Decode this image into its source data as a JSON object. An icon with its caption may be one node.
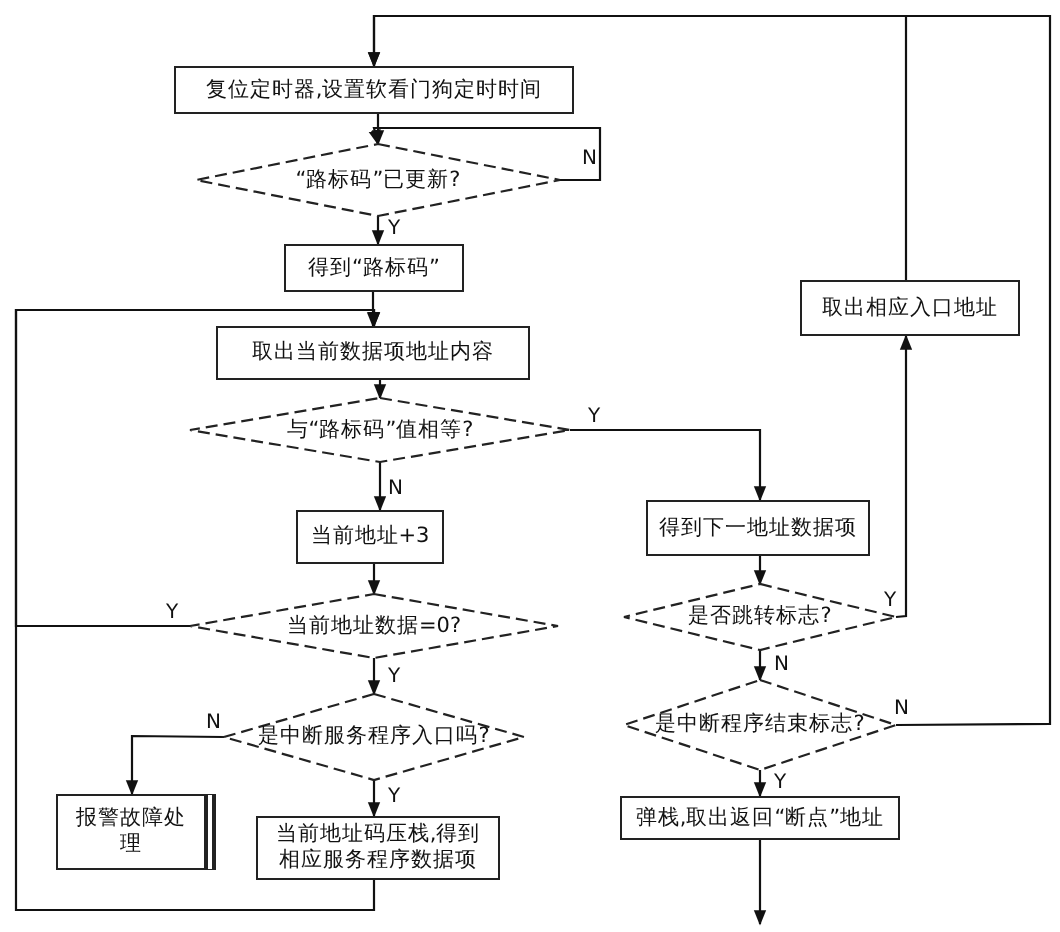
{
  "diagram": {
    "nodes": [
      {
        "text": [
          "复位定时器,设置软看门狗定时时间"
        ]
      },
      {
        "text": [
          "“路标码”已更新?"
        ]
      },
      {
        "text": [
          "得到“路标码”"
        ]
      },
      {
        "text": [
          "取出当前数据项地址内容"
        ]
      },
      {
        "text": [
          "与“路标码”值相等?"
        ]
      },
      {
        "text": [
          "当前地址+3"
        ]
      },
      {
        "text": [
          "当前地址数据=0?"
        ]
      },
      {
        "text": [
          "是中断服务程序入口吗?"
        ]
      },
      {
        "text": [
          "报警故障处理"
        ]
      },
      {
        "text": [
          "当前地址码压栈,得到相应服务程序数据项"
        ]
      },
      {
        "text": [
          "得到下一地址数据项"
        ]
      },
      {
        "text": [
          "是否跳转标志?"
        ]
      },
      {
        "text": [
          "是中断程序结束标志?"
        ]
      },
      {
        "text": [
          "弹栈,取出返回“断点”地址"
        ]
      },
      {
        "text": [
          "取出相应入口地址"
        ]
      }
    ],
    "edges": [
      {
        "from": 14,
        "to": 0,
        "arrow": "to"
      },
      {
        "from": 0,
        "to": 1,
        "arrow": "to"
      },
      {
        "from": 1,
        "to": 1,
        "arrow": "to",
        "label": "N"
      },
      {
        "from": 1,
        "to": 2,
        "arrow": "to",
        "label": "Y"
      },
      {
        "from": 2,
        "to": 3,
        "arrow": "to"
      },
      {
        "from": 3,
        "to": 4,
        "arrow": "to"
      },
      {
        "from": 4,
        "to": 10,
        "arrow": "to",
        "label": "Y"
      },
      {
        "from": 4,
        "to": 5,
        "arrow": "to",
        "label": "N"
      },
      {
        "from": 5,
        "to": 6,
        "arrow": "to"
      },
      {
        "from": 6,
        "to": 3,
        "arrow": "to",
        "label": "Y"
      },
      {
        "from": 6,
        "to": 7,
        "arrow": "to",
        "label": "Y"
      },
      {
        "from": 7,
        "to": 8,
        "arrow": "to",
        "label": "N"
      },
      {
        "from": 7,
        "to": 9,
        "arrow": "to",
        "label": "Y"
      },
      {
        "from": 9,
        "to": 3,
        "arrow": "to"
      },
      {
        "from": 10,
        "to": 11,
        "arrow": "to"
      },
      {
        "from": 11,
        "to": 14,
        "arrow": "to",
        "label": "Y"
      },
      {
        "from": 11,
        "to": 12,
        "arrow": "to",
        "label": "N"
      },
      {
        "from": 12,
        "to": 0,
        "arrow": "to",
        "label": "N"
      },
      {
        "from": 12,
        "to": 13,
        "arrow": "to",
        "label": "Y"
      },
      {
        "from": 13,
        "to": null,
        "arrow": "to"
      }
    ]
  }
}
